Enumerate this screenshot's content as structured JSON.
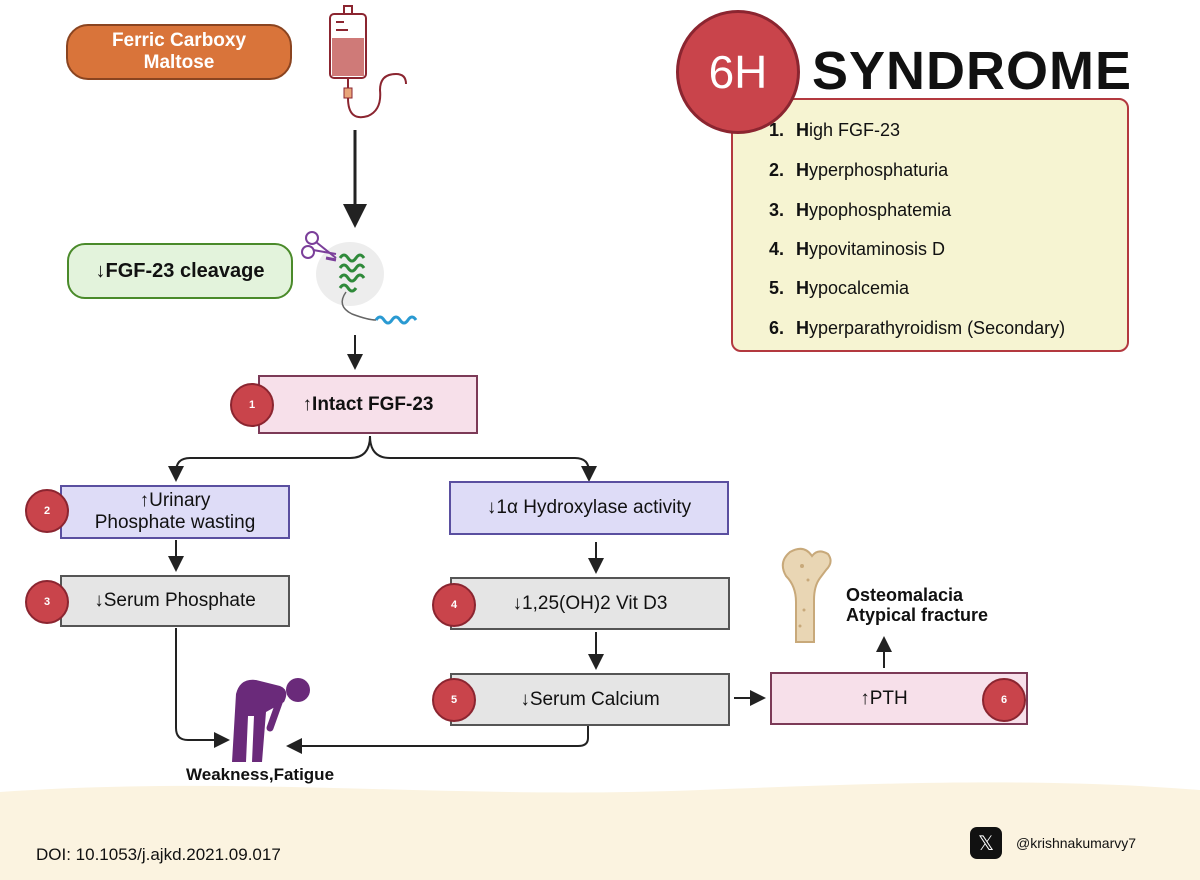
{
  "drug_label": "Ferric Carboxy Maltose",
  "cleavage_label": "↓FGF-23 cleavage",
  "intact_label": "↑Intact FGF-23",
  "urinary_label_line1": "↑Urinary",
  "urinary_label_line2": "Phosphate wasting",
  "hydroxylase_label": "↓1α Hydroxylase activity",
  "serum_phosphate_label": "↓Serum Phosphate",
  "vitd_label": "↓1,25(OH)2 Vit D3",
  "serum_calcium_label": "↓Serum Calcium",
  "pth_label": "↑PTH",
  "weakness_label": "Weakness,Fatigue",
  "bone_label_line1": "Osteomalacia",
  "bone_label_line2": "Atypical fracture",
  "badges": [
    "1",
    "2",
    "3",
    "4",
    "5",
    "6"
  ],
  "syndrome": {
    "badge": "6H",
    "title": "SYNDROME",
    "items": [
      {
        "num": "1.",
        "h": "H",
        "rest": "igh FGF-23"
      },
      {
        "num": "2.",
        "h": "H",
        "rest": "yperphosphaturia"
      },
      {
        "num": "3.",
        "h": "H",
        "rest": "ypophosphatemia"
      },
      {
        "num": "4.",
        "h": "H",
        "rest": "ypovitaminosis D"
      },
      {
        "num": "5.",
        "h": "H",
        "rest": "ypocalcemia"
      },
      {
        "num": "6.",
        "h": "H",
        "rest": "yperparathyroidism (Secondary)"
      }
    ]
  },
  "doi": "DOI: 10.1053/j.ajkd.2021.09.017",
  "handle": "@krishnakumarvy7",
  "icons": [
    "iv-bag-icon",
    "scissors-icon",
    "protein-icon",
    "fatigued-person-icon",
    "femur-bone-icon",
    "x-logo-icon"
  ],
  "colors": {
    "badge_red": "#c9444b",
    "pink_box": "#f7e0ea",
    "lavender_box": "#dedcf7",
    "grey_box": "#e5e5e5",
    "green_box": "#e3f3dc",
    "orange_box": "#d9743a",
    "syndrome_box": "#f6f4d2",
    "person_purple": "#6a2a7a"
  }
}
